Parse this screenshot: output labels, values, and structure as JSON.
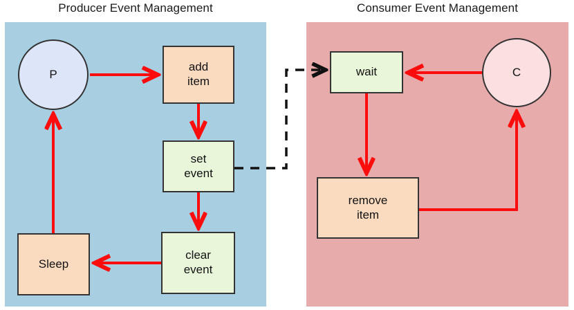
{
  "diagram": {
    "type": "flowchart",
    "panels": [
      {
        "id": "producer",
        "title": "Producer Event Management",
        "fill": "#a8cee2",
        "nodes": [
          {
            "id": "p",
            "label": "P",
            "shape": "circle",
            "fill": "#dde6f8"
          },
          {
            "id": "add-item",
            "label": "add\nitem",
            "shape": "rect",
            "fill": "#fbdbc0"
          },
          {
            "id": "set-event",
            "label": "set\nevent",
            "shape": "rect",
            "fill": "#e9f6d9"
          },
          {
            "id": "clear-event",
            "label": "clear\nevent",
            "shape": "rect",
            "fill": "#e9f6d9"
          },
          {
            "id": "sleep",
            "label": "Sleep",
            "shape": "rect",
            "fill": "#fbdbc0"
          }
        ]
      },
      {
        "id": "consumer",
        "title": "Consumer Event Management",
        "fill": "#e8abab",
        "nodes": [
          {
            "id": "wait",
            "label": "wait",
            "shape": "rect",
            "fill": "#e9f6d9"
          },
          {
            "id": "c",
            "label": "C",
            "shape": "circle",
            "fill": "#fbdfe1"
          },
          {
            "id": "remove-item",
            "label": "remove\nitem",
            "shape": "rect",
            "fill": "#fbdbc0"
          }
        ]
      }
    ],
    "edges": [
      {
        "from": "p",
        "to": "add-item",
        "style": "solid",
        "color": "#fc0d0d"
      },
      {
        "from": "add-item",
        "to": "set-event",
        "style": "solid",
        "color": "#fc0d0d"
      },
      {
        "from": "set-event",
        "to": "clear-event",
        "style": "solid",
        "color": "#fc0d0d"
      },
      {
        "from": "clear-event",
        "to": "sleep",
        "style": "solid",
        "color": "#fc0d0d"
      },
      {
        "from": "sleep",
        "to": "p",
        "style": "solid",
        "color": "#fc0d0d"
      },
      {
        "from": "set-event",
        "to": "wait",
        "style": "dashed",
        "color": "#111111"
      },
      {
        "from": "c",
        "to": "wait",
        "style": "solid",
        "color": "#fc0d0d"
      },
      {
        "from": "wait",
        "to": "remove-item",
        "style": "solid",
        "color": "#fc0d0d"
      },
      {
        "from": "remove-item",
        "to": "c",
        "style": "solid",
        "color": "#fc0d0d"
      }
    ]
  },
  "labels": {
    "producer_title": "Producer Event Management",
    "consumer_title": "Consumer Event Management",
    "p": "P",
    "add_item_line1": "add",
    "add_item_line2": "item",
    "set_event_line1": "set",
    "set_event_line2": "event",
    "clear_event_line1": "clear",
    "clear_event_line2": "event",
    "sleep": "Sleep",
    "wait": "wait",
    "c": "C",
    "remove_item_line1": "remove",
    "remove_item_line2": "item"
  }
}
